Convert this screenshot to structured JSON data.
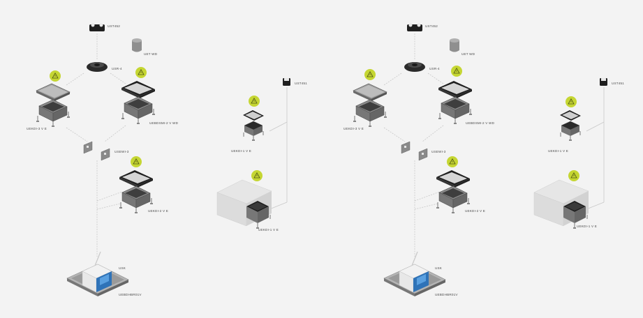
{
  "colors": {
    "background": "#f3f3f3",
    "warning_badge": "#c5d633",
    "box_metal": "#7a7a7a",
    "concrete": "#e2e2e2",
    "connector_line": "#c8c8c8",
    "label_text": "#4a4a4a"
  },
  "left": {
    "labels": {
      "ust452": "UST452",
      "uet_wd": "UET WD",
      "usr4": "USR-4",
      "uset": "UST451",
      "uekdi_3ve": "UEKDI-3 V E",
      "uebdsmi": "UEBDSMI-2 V WD",
      "uekdi_1ve_top": "UEKDI-1 V E",
      "uekdi_1ve_bottom": "UEKDI-1 V E",
      "usewi": "USEWI-3",
      "uekdi_2ve": "UEKDI-2 V E",
      "usk": "USK",
      "uebdhbr": "UEBDHBR01V"
    }
  },
  "right": {
    "labels": {
      "ust452": "UST452",
      "uet_wd": "UET WD",
      "usr4": "USR-4",
      "uset": "UST451",
      "uekdi_3ve": "UEKDI-3 V E",
      "uebdsmi": "UEBDSMI-2 V WD",
      "uekdi_1ve_top": "UEKDI-1 V E",
      "uekdi_1ve_bottom": "UEKDI-1 V E",
      "usewi": "USEWI-3",
      "uekdi_2ve": "UEKDI-2 V E",
      "usk": "USK",
      "uebdhbr": "UEBDHBR01V"
    }
  },
  "icons": [
    "warning-badge-icon",
    "floor-box-icon",
    "socket-insert-icon",
    "cable-connector-icon",
    "concrete-block-icon"
  ]
}
